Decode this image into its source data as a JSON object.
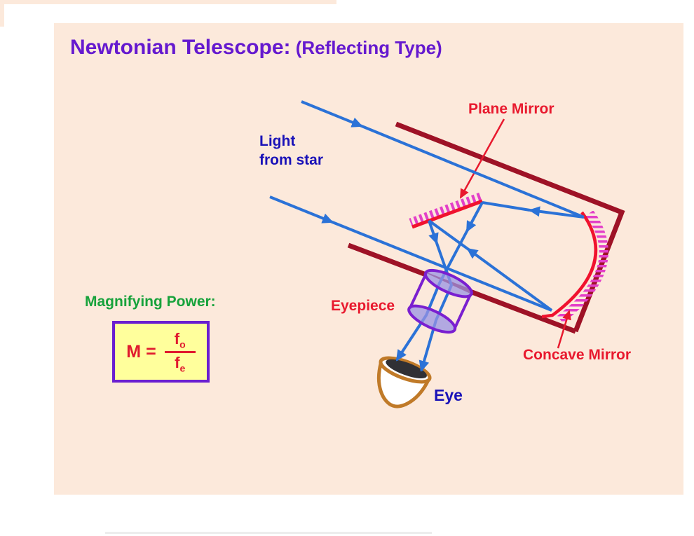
{
  "title": {
    "main": "Newtonian Telescope:",
    "paren": " (Reflecting Type)"
  },
  "labels": {
    "light_line1": "Light",
    "light_line2": "from star",
    "plane_mirror": "Plane Mirror",
    "concave_mirror": "Concave Mirror",
    "eyepiece": "Eyepiece",
    "eye": "Eye",
    "magnifying_power": "Magnifying Power:"
  },
  "formula": {
    "lhs": "M",
    "equals": "=",
    "numerator_base": "f",
    "numerator_sub": "o",
    "denominator_base": "f",
    "denominator_sub": "e"
  },
  "colors": {
    "slide_background": "#fce9db",
    "title_purple": "#6519cf",
    "telescope_tube": "#9e1226",
    "light_ray_blue": "#2b72d7",
    "mirror_red": "#f0122e",
    "hatch_magenta": "#e33fc8",
    "label_red": "#e8192e",
    "label_navy": "#1a12b8",
    "label_green": "#17a23b",
    "eyepiece_purple": "#7a1fd0",
    "lens_fill": "#9a93e3",
    "eye_brown": "#c07a28",
    "pupil_dark": "#303034",
    "formula_background": "#ffff9c",
    "formula_border": "#6a1fd0"
  }
}
